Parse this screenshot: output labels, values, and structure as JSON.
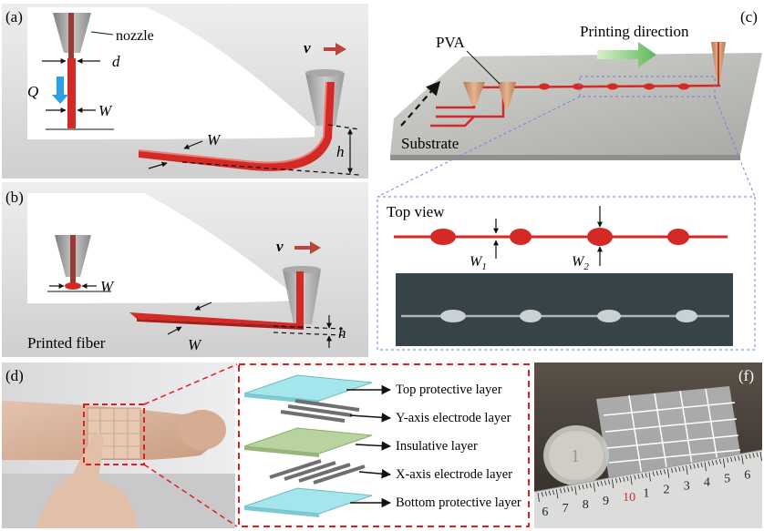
{
  "panels": {
    "a": {
      "label": "(a)",
      "nozzle_label": "nozzle",
      "d": "d",
      "Q": "Q",
      "W_inset": "W",
      "W_fiber": "W",
      "v": "v",
      "h": "h"
    },
    "b": {
      "label": "(b)",
      "W_inset": "W",
      "W_fiber": "W",
      "v": "v",
      "h": "h",
      "printed_fiber": "Printed fiber"
    },
    "c": {
      "label": "(c)",
      "pva": "PVA",
      "printing_direction": "Printing direction",
      "substrate": "Substrate",
      "top_view": "Top view",
      "w1": "W",
      "w1_sub": "1",
      "w2": "W",
      "w2_sub": "2"
    },
    "d": {
      "label": "(d)",
      "layers": [
        "Top protective layer",
        "Y-axis electrode layer",
        "Insulative layer",
        "X-axis electrode layer",
        "Bottom protective layer"
      ]
    },
    "f": {
      "label": "(f)",
      "ruler_numbers": [
        "6",
        "7",
        "8",
        "9",
        "10",
        "1",
        "2",
        "3",
        "4",
        "5",
        "6"
      ]
    }
  },
  "colors": {
    "fiber": "#d42a26",
    "arrow_blue": "#2aa0e6",
    "arrow_green": "#5cb85c",
    "dashed_red": "#e02020",
    "dashed_blue": "#6f7fe0",
    "layer_cyan": "#a5e6ec",
    "layer_green": "#b9d3a0"
  }
}
